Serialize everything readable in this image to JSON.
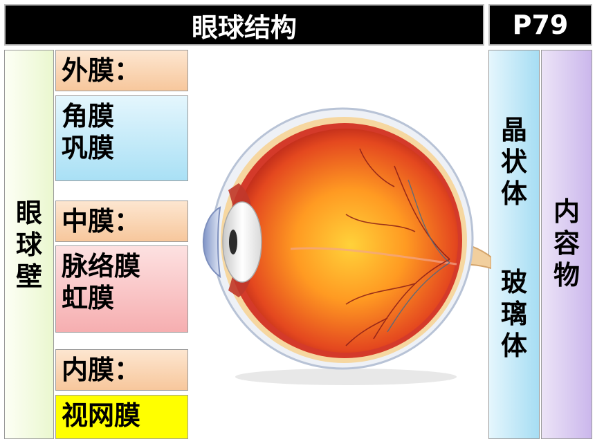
{
  "header": {
    "title": "眼球结构",
    "page": "P79"
  },
  "left": {
    "wall_label": [
      "眼",
      "球",
      "壁"
    ],
    "outer_heading": "外膜：",
    "outer_items": [
      "角膜",
      "巩膜"
    ],
    "middle_heading": "中膜：",
    "middle_items": [
      "脉络膜",
      "虹膜"
    ],
    "inner_heading": "内膜：",
    "inner_items": [
      "视网膜"
    ]
  },
  "right": {
    "lens_label": [
      "晶",
      "状",
      "体"
    ],
    "vitreous_label": [
      "玻",
      "璃",
      "体"
    ],
    "contents_label": [
      "内",
      "容",
      "物"
    ]
  },
  "colors": {
    "header_bg": "#000000",
    "outer": "#f7c79c",
    "outer_items": "#a9e0f5",
    "middle_items": "#f6aeb0",
    "inner_items": "#ffff00",
    "wall": "#eaf7cf",
    "lens_col": "#a6ddf3",
    "contents_col": "#cbb7ec"
  },
  "image": {
    "icon": "eyeball-cross-section-icon"
  }
}
